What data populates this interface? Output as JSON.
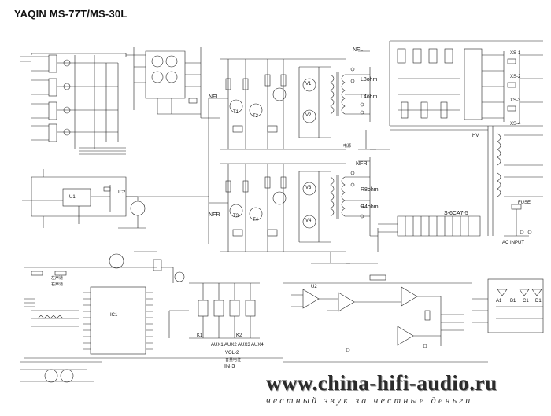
{
  "title": "YAQIN MS-77T/MS-30L",
  "watermark": {
    "url": "www.china-hifi-audio.ru",
    "slogan": "честный звук за честные деньги"
  },
  "labels": {
    "nfl": "NFL",
    "nfl2": "NFL",
    "nfr": "NFR",
    "nfr2": "NFR",
    "l8ohm": "L8ohm",
    "l4ohm": "L4ohm",
    "r8ohm": "R8ohm",
    "r4ohm": "R4ohm",
    "s6ca7": "S-6CA7-5",
    "in3": "IN-3",
    "t1": "T1",
    "t2": "T2",
    "t3": "T3",
    "t4": "T4",
    "v1": "V1",
    "v2": "V2",
    "v3": "V3",
    "v4": "V4",
    "aux_row": "AUX1 AUX2 AUX3 AUX4",
    "u1": "U1",
    "u2": "U2",
    "ic1": "IC1",
    "ic2": "IC2",
    "vol": "VOL-2",
    "vol_cn": "音量电位",
    "cn1": "左声道",
    "cn2": "右声道",
    "cn3": "电源",
    "k1": "K1",
    "k2": "K2",
    "xs1": "XS-1",
    "xs2": "XS-2",
    "xs3": "XS-3",
    "xs4": "XS-4",
    "ac_in": "AC INPUT",
    "hv": "HV",
    "fuse": "FUSE",
    "a1": "A1",
    "b1": "B1",
    "c1": "C1",
    "d1": "D1"
  }
}
